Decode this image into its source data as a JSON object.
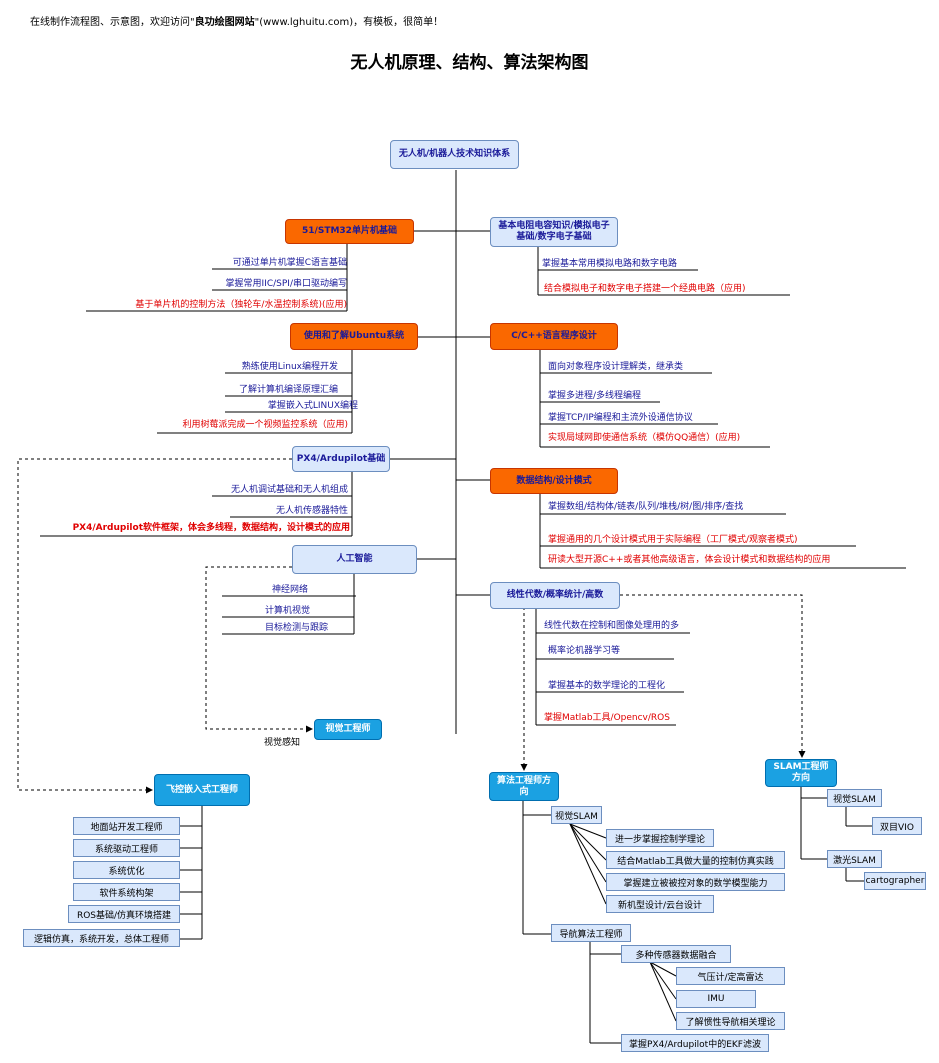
{
  "header": {
    "note_prefix": "在线制作流程图、示意图，欢迎访问\"",
    "note_site": "良功绘图网站",
    "note_suffix": "\"(www.lghuitu.com)，有模板，很简单！",
    "title": "无人机原理、结构、算法架构图"
  },
  "root": "无人机/机器人技术知识体系",
  "left": {
    "mcu": {
      "title": "51/STM32单片机基础",
      "items": [
        "可通过单片机掌握C语言基础",
        "掌握常用IIC/SPI/串口驱动编写",
        "基于单片机的控制方法（独轮车/水温控制系统)(应用)"
      ]
    },
    "ubuntu": {
      "title": "使用和了解Ubuntu系统",
      "items": [
        "熟练使用Linux编程开发",
        "了解计算机编译原理汇编",
        "掌握嵌入式LINUX编程",
        "利用树莓派完成一个视频监控系统（应用)"
      ]
    },
    "px4": {
      "title": "PX4/Ardupilot基础",
      "items": [
        "无人机调试基础和无人机组成",
        "无人机传感器特性",
        "PX4/Ardupilot软件框架，体会多线程，数据结构，设计模式的应用"
      ]
    },
    "ai": {
      "title": "人工智能",
      "items": [
        "神经网络",
        "计算机视觉",
        "目标检测与跟踪"
      ]
    }
  },
  "right": {
    "elec": {
      "title_line1": "基本电阻电容知识/模拟电子",
      "title_line2": "基础/数字电子基础",
      "items": [
        "掌握基本常用模拟电路和数字电路",
        "结合模拟电子和数字电子搭建一个经典电路（应用)"
      ]
    },
    "cpp": {
      "title": "C/C++语言程序设计",
      "items": [
        "面向对象程序设计理解类，继承类",
        "掌握多进程/多线程编程",
        "掌握TCP/IP编程和主流外设通信协议",
        "实现局域网即使通信系统（模仿QQ通信）(应用)"
      ]
    },
    "ds": {
      "title": "数据结构/设计模式",
      "items": [
        "掌握数组/结构体/链表/队列/堆栈/树/图/排序/查找",
        "掌握通用的几个设计模式用于实际编程（工厂模式/观察者模式)",
        "研读大型开源C++或者其他高级语言，体会设计模式和数据结构的应用"
      ]
    },
    "math": {
      "title": "线性代数/概率统计/高数",
      "items": [
        "线性代数在控制和图像处理用的多",
        "概率论机器学习等",
        "掌握基本的数学理论的工程化",
        "掌握Matlab工具/Opencv/ROS"
      ]
    }
  },
  "vision": {
    "title": "视觉工程师",
    "edge_label": "视觉感知"
  },
  "flight": {
    "title": "飞控嵌入式工程师",
    "items": [
      "地面站开发工程师",
      "系统驱动工程师",
      "系统优化",
      "软件系统构架",
      "ROS基础/仿真环境搭建",
      "逻辑仿真，系统开发，总体工程师"
    ]
  },
  "algo": {
    "title_line1": "算法工程师方",
    "title_line2": "向",
    "vslam": {
      "title": "视觉SLAM",
      "items": [
        "进一步掌握控制学理论",
        "结合Matlab工具做大量的控制仿真实践",
        "掌握建立被被控对象的数学模型能力",
        "新机型设计/云台设计"
      ]
    },
    "nav": {
      "title": "导航算法工程师",
      "fusion": "多种传感器数据融合",
      "fusion_items": [
        "气压计/定高雷达",
        "IMU",
        "了解惯性导航相关理论"
      ],
      "ekf": "掌握PX4/Ardupilot中的EKF滤波"
    }
  },
  "slam": {
    "title_line1": "SLAM工程师",
    "title_line2": "方向",
    "visual": "视觉SLAM",
    "visual_sub": "双目VIO",
    "laser": "激光SLAM",
    "laser_sub": "cartographer"
  }
}
